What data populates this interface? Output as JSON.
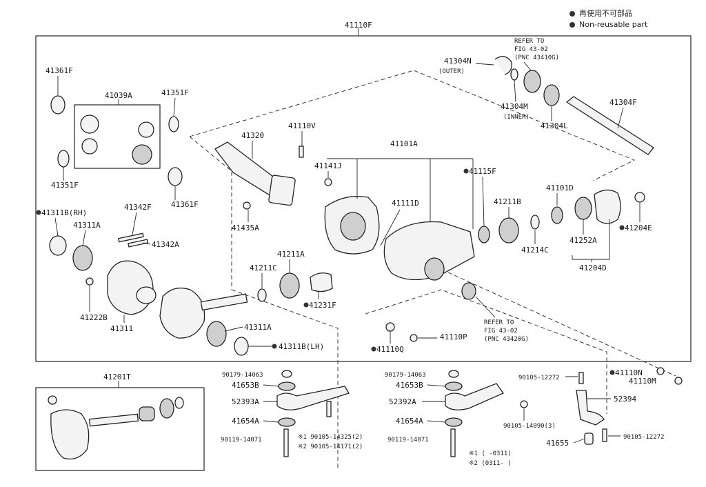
{
  "legend": {
    "line1": "再使用不可部品",
    "line2": "Non-reusable part",
    "marker_color": "#333333"
  },
  "labels": {
    "assy_main": "41110F",
    "p41361F_a": "41361F",
    "p41039A": "41039A",
    "p41351F_a": "41351F",
    "p41351F_b": "41351F",
    "p41361F_b": "41361F",
    "p41342F": "41342F",
    "p41342A": "41342A",
    "p41311B_rh": "41311B(RH)",
    "p41311A_a": "41311A",
    "p41222B": "41222B",
    "p41311": "41311",
    "p41311A_b": "41311A",
    "p41311B_lh": "41311B(LH)",
    "p41320": "41320",
    "p41110V": "41110V",
    "p41435A": "41435A",
    "p41141J": "41141J",
    "p41101A": "41101A",
    "p41111D": "41111D",
    "p41115F": "41115F",
    "p41211C": "41211C",
    "p41211A": "41211A",
    "p41231F": "41231F",
    "p41110Q": "41110Q",
    "p41110P": "41110P",
    "p41211B": "41211B",
    "p41214C": "41214C",
    "p41101D": "41101D",
    "p41252A": "41252A",
    "p41204D": "41204D",
    "p41204E": "41204E",
    "p41304N": "41304N",
    "p41304N_outer": "(OUTER)",
    "p41304M": "41304M",
    "p41304M_inner": "(INNER)",
    "p41304L": "41304L",
    "p41304F": "41304F",
    "refer1_l1": "REFER TO",
    "refer1_l2": "FIG 43-02",
    "refer1_l3": "(PNC 43410G)",
    "refer2_l1": "REFER TO",
    "refer2_l2": "FIG 43-02",
    "refer2_l3": "(PNC 43420G)",
    "p41201T": "41201T",
    "p90179_a": "90179-14063",
    "p41653B_a": "41653B",
    "p52393A": "52393A",
    "p41654A_a": "41654A",
    "p90119_a": "90119-14071",
    "note1_a": "※1 90105-14325(2)",
    "note2_a": "※2 90105-14171(2)",
    "p90179_b": "90179-14063",
    "p41653B_b": "41653B",
    "p52392A": "52392A",
    "p41654A_b": "41654A",
    "p90119_b": "90119-14071",
    "p90105_14090": "90105-14090(3)",
    "p90105_12272_a": "90105-12272",
    "p41110N": "41110N",
    "p41110M": "41110M",
    "p52394": "52394",
    "p41655": "41655",
    "p90105_12272_b": "90105-12272",
    "note1_b": "※1 (        -0311)",
    "note2_b": "※2 (0311-        )"
  }
}
